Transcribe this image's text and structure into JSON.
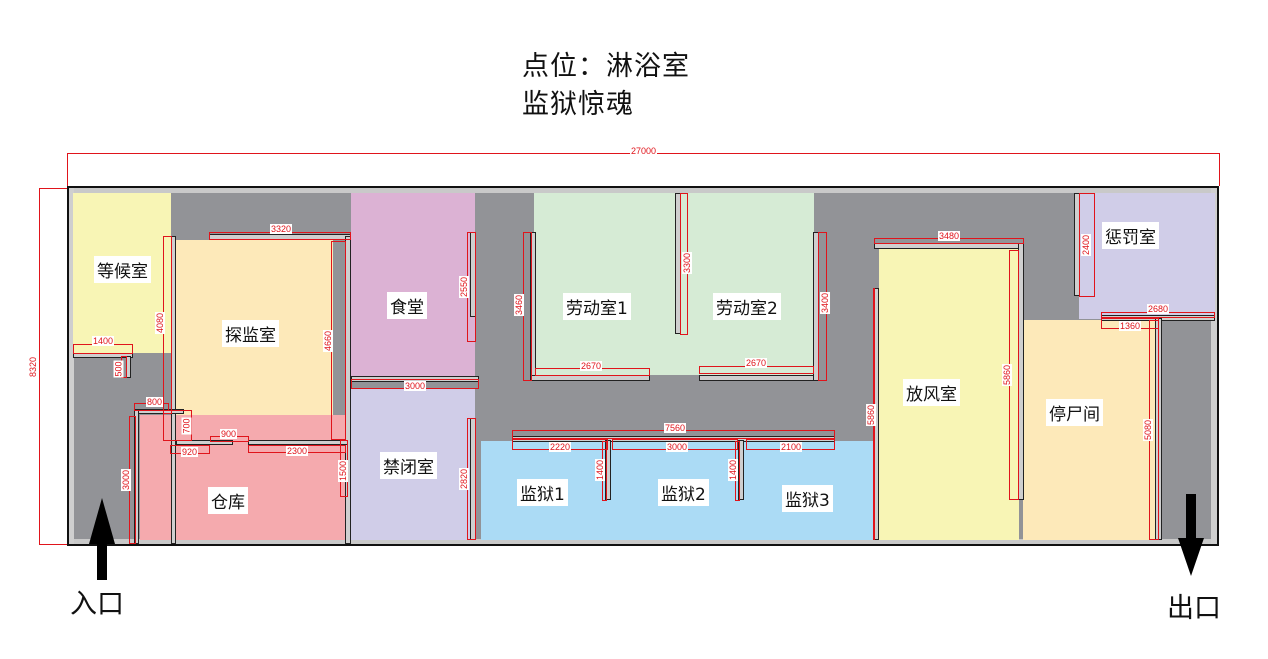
{
  "header": {
    "location_line": "点位：淋浴室",
    "title": "监狱惊魂"
  },
  "colors": {
    "corridor": "#929397",
    "wall": "#cfcfcf",
    "dimension": "#e0141b",
    "waiting_room": "#f8f5b5",
    "visiting_room": "#fde9b9",
    "canteen": "#dcb2d4",
    "confinement": "#d0cde8",
    "labor_room": "#d6ebd5",
    "storage": "#f5aaae",
    "prison": "#abdbf5",
    "exercise_room": "#f8f5b5",
    "morgue": "#fde9b9",
    "punishment_room": "#d0cde8"
  },
  "overall_dimensions": {
    "width": "27000",
    "height": "8320"
  },
  "rooms": {
    "waiting": "等候室",
    "visiting": "探监室",
    "canteen": "食堂",
    "confinement": "禁闭室",
    "labor1": "劳动室1",
    "labor2": "劳动室2",
    "storage": "仓库",
    "prison1": "监狱1",
    "prison2": "监狱2",
    "prison3": "监狱3",
    "exercise": "放风室",
    "morgue": "停尸间",
    "punishment": "惩罚室"
  },
  "dimensions": {
    "d3320": "3320",
    "d4080": "4080",
    "d4660": "4660",
    "d1400a": "1400",
    "d500": "500",
    "d800": "800",
    "d700": "700",
    "d900": "900",
    "d920": "920",
    "d2300": "2300",
    "d1500": "1500",
    "d3000a": "3000",
    "d2550": "2550",
    "d3000b": "3000",
    "d2820": "2820",
    "d3460": "3460",
    "d3300": "3300",
    "d3400": "3400",
    "d2670a": "2670",
    "d2670b": "2670",
    "d7560": "7560",
    "d2220": "2220",
    "d3000c": "3000",
    "d2100": "2100",
    "d1400b": "1400",
    "d1400c": "1400",
    "d3480": "3480",
    "d5860a": "5860",
    "d5860b": "5860",
    "d2400": "2400",
    "d2680": "2680",
    "d1360": "1360",
    "d5080": "5080"
  },
  "markers": {
    "entrance": "入口",
    "exit": "出口"
  }
}
